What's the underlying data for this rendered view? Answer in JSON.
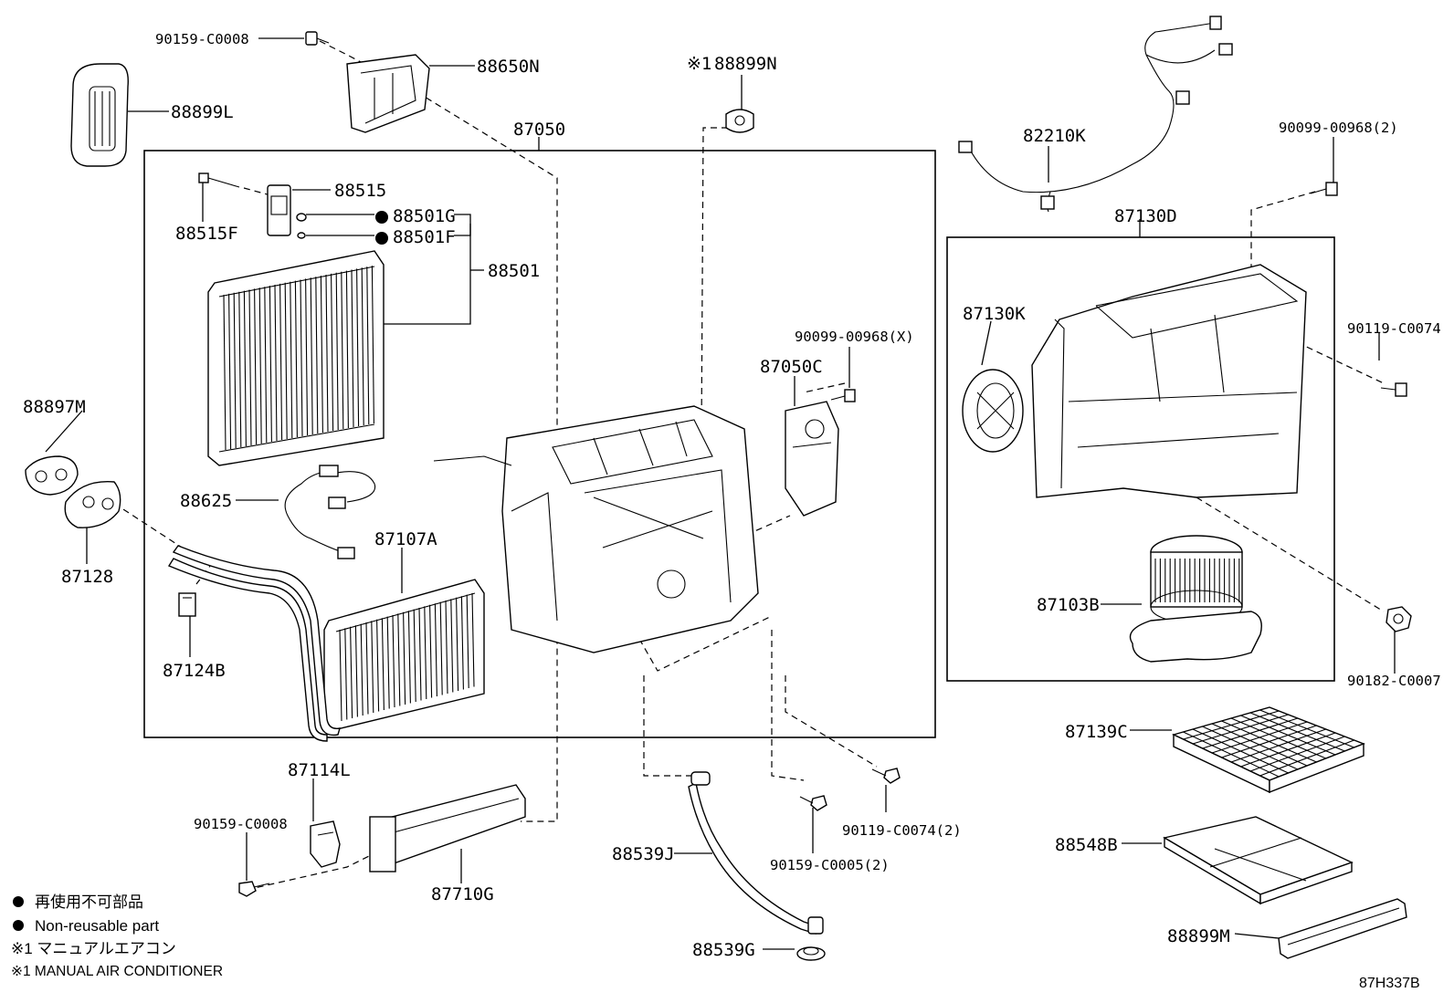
{
  "diagram": {
    "id": "87H337B",
    "main_assembly": "87050",
    "blower_assembly": "87130D",
    "parts": [
      {
        "no": "90159-C0008"
      },
      {
        "no": "88650N"
      },
      {
        "no": "88899L"
      },
      {
        "no": "88899N",
        "marker": "※1"
      },
      {
        "no": "87050"
      },
      {
        "no": "88515"
      },
      {
        "no": "88515F"
      },
      {
        "no": "88501G",
        "nonreusable": true
      },
      {
        "no": "88501F",
        "nonreusable": true
      },
      {
        "no": "88501"
      },
      {
        "no": "88897M"
      },
      {
        "no": "87128"
      },
      {
        "no": "88625"
      },
      {
        "no": "87107A"
      },
      {
        "no": "87124B"
      },
      {
        "no": "90099-00968(X)"
      },
      {
        "no": "87050C"
      },
      {
        "no": "82210K"
      },
      {
        "no": "90099-00968(2)"
      },
      {
        "no": "87130D"
      },
      {
        "no": "87130K"
      },
      {
        "no": "90119-C0074"
      },
      {
        "no": "87103B"
      },
      {
        "no": "90182-C0007"
      },
      {
        "no": "87139C"
      },
      {
        "no": "88548B"
      },
      {
        "no": "88899M"
      },
      {
        "no": "87114L"
      },
      {
        "no": "90159-C0008"
      },
      {
        "no": "87710G"
      },
      {
        "no": "88539J"
      },
      {
        "no": "88539G"
      },
      {
        "no": "90159-C0005(2)"
      },
      {
        "no": "90119-C0074(2)"
      }
    ]
  },
  "legend": {
    "jp_nonreusable": "再使用不可部品",
    "en_nonreusable": "Non-reusable part",
    "jp_note1": "※1 マニュアルエアコン",
    "en_note1": "※1 MANUAL AIR CONDITIONER"
  },
  "figure_id": "87H337B"
}
